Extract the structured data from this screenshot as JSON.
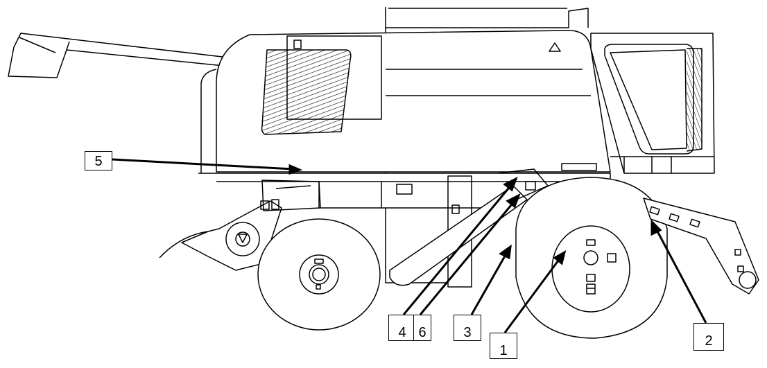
{
  "callouts": [
    {
      "id": "5",
      "label": "5"
    },
    {
      "id": "4",
      "label": "4"
    },
    {
      "id": "6",
      "label": "6"
    },
    {
      "id": "3",
      "label": "3"
    },
    {
      "id": "1",
      "label": "1"
    },
    {
      "id": "2",
      "label": "2"
    }
  ]
}
